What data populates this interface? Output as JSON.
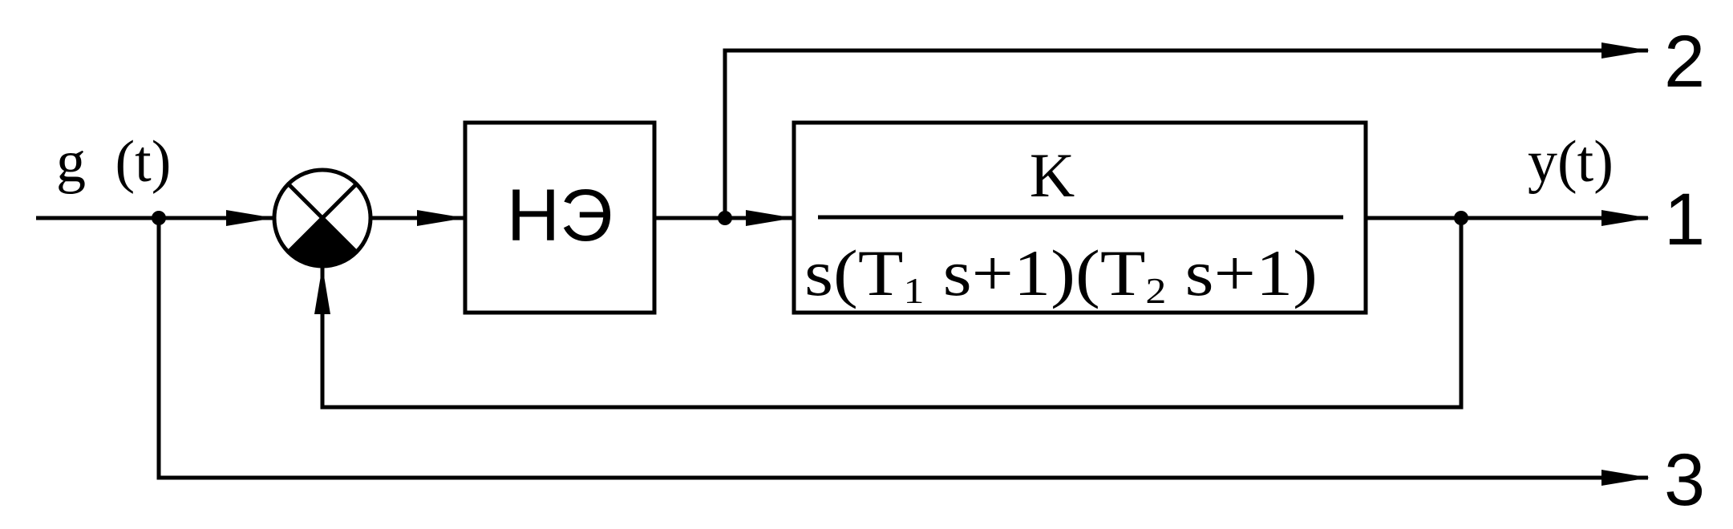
{
  "input": {
    "signal_name": "g",
    "signal_arg": "(t)"
  },
  "output": {
    "signal_label": "y(t)"
  },
  "blocks": {
    "nonlinear": {
      "label": "НЭ"
    },
    "linear": {
      "numerator": "K",
      "denominator": {
        "prefix": "s(T",
        "sub1": "1",
        "middle": " s+1)(T",
        "sub2": "2",
        "suffix": " s+1)"
      }
    }
  },
  "outputs": {
    "out1": "1",
    "out2": "2",
    "out3": "3"
  },
  "colors": {
    "line": "#000000",
    "background": "#ffffff"
  }
}
